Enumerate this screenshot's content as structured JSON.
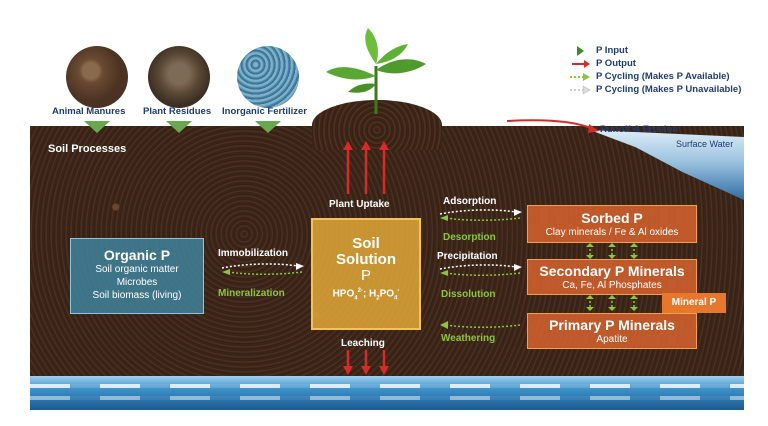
{
  "sources": [
    {
      "label": "Animal Manures",
      "icon": "manure-photo"
    },
    {
      "label": "Plant Residues",
      "icon": "residue-photo"
    },
    {
      "label": "Inorganic Fertilizer",
      "icon": "fertilizer-photo"
    }
  ],
  "legend": [
    {
      "label": "P Input",
      "icon": "green-triangle-icon",
      "color": "#6aa84f"
    },
    {
      "label": "P Output",
      "icon": "red-arrow-icon",
      "color": "#d62b2b"
    },
    {
      "label": "P Cycling (Makes P Available)",
      "icon": "green-dotted-arrow-icon",
      "color": "#8cc63f"
    },
    {
      "label": "P Cycling (Makes P Unavailable)",
      "icon": "white-dotted-arrow-icon",
      "color": "#ffffff"
    }
  ],
  "labels": {
    "soil_processes": "Soil Processes",
    "runoff": "Runoff & Erosion",
    "surface_water": "Surface Water",
    "plant_uptake": "Plant Uptake",
    "leaching": "Leaching",
    "immobilization": "Immobilization",
    "mineralization": "Mineralization",
    "adsorption": "Adsorption",
    "desorption": "Desorption",
    "precipitation": "Precipitation",
    "dissolution": "Dissolution",
    "weathering": "Weathering"
  },
  "organic_p": {
    "title": "Organic P",
    "lines": [
      "Soil organic matter",
      "Microbes",
      "Soil biomass (living)"
    ]
  },
  "soil_solution": {
    "title1": "Soil",
    "title2": "Solution",
    "title3": "P",
    "formula_a": "HPO",
    "formula_a_sub": "4",
    "formula_a_sup": "2-",
    "formula_sep": "; ",
    "formula_b_pre": "H",
    "formula_b_sub1": "2",
    "formula_b_mid": "PO",
    "formula_b_sub2": "4",
    "formula_b_sup": "-"
  },
  "sorbed_p": {
    "title": "Sorbed P",
    "sub": "Clay minerals / Fe & Al oxides"
  },
  "secondary_p": {
    "title": "Secondary P Minerals",
    "sub": "Ca, Fe, Al Phosphates"
  },
  "primary_p": {
    "title": "Primary P Minerals",
    "sub": "Apatite"
  },
  "mineral_p": "Mineral P",
  "colors": {
    "input_green": "#6aa84f",
    "output_red": "#d62b2b",
    "cycle_green": "#8cc63f",
    "label_blue": "#1e3c72"
  }
}
